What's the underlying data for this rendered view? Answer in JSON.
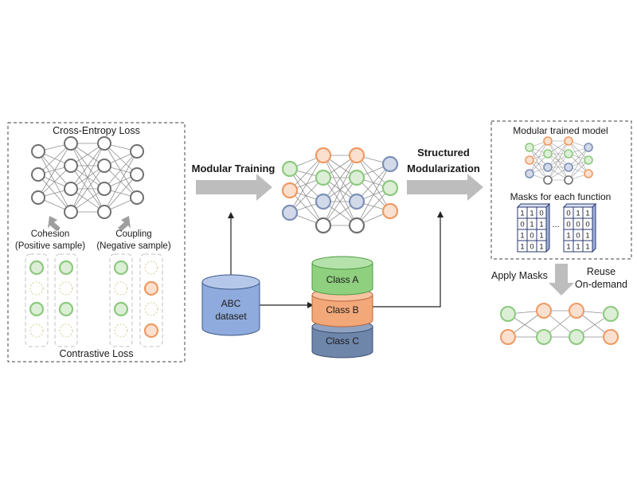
{
  "labels": {
    "cross_entropy_loss": "Cross-Entropy Loss",
    "cohesion": "Cohesion",
    "positive_sample": "(Positive sample)",
    "coupling": "Coupling",
    "negative_sample": "(Negative sample)",
    "contrastive_loss": "Contrastive Loss",
    "modular_training": "Modular Training",
    "structured": "Structured",
    "modularization": "Modularization",
    "modular_trained_model": "Modular trained model",
    "masks_for_each_function": "Masks for each function",
    "ellipsis": "...",
    "apply_masks": "Apply Masks",
    "reuse": "Reuse",
    "on_demand": "On-demand",
    "dataset_line1": "ABC",
    "dataset_line2": "dataset",
    "class_a": "Class A",
    "class_b": "Class B",
    "class_c": "Class C"
  },
  "masks": [
    [
      [
        1,
        1,
        0
      ],
      [
        0,
        1,
        1
      ],
      [
        1,
        0,
        1
      ],
      [
        1,
        0,
        1
      ]
    ],
    [
      [
        0,
        1,
        1
      ],
      [
        0,
        0,
        0
      ],
      [
        1,
        0,
        1
      ],
      [
        1,
        1,
        1
      ]
    ]
  ],
  "colors": {
    "green": "#8cc97e",
    "green_fill": "#dcefd6",
    "orange": "#ee9a62",
    "orange_fill": "#fbe0cf",
    "blue": "#7d8fb5",
    "blue_fill": "#d2daea",
    "gray": "#707070",
    "class_a": "#8fd07f",
    "class_b": "#f3a87a",
    "class_c": "#6f86ab",
    "dataset": "#8faadc",
    "arrow": "#bdbdbd"
  }
}
